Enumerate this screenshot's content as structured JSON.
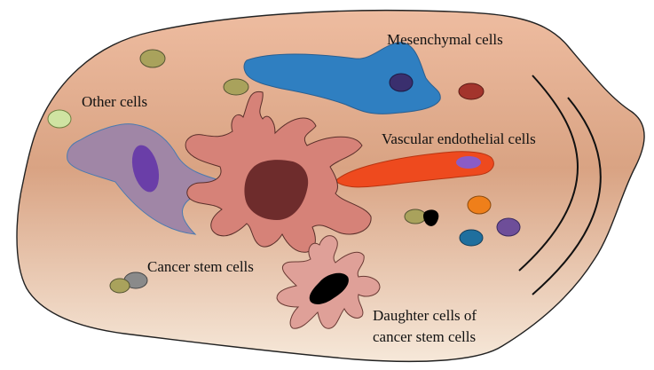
{
  "labels": {
    "mesenchymal": "Mesenchymal cells",
    "other": "Other cells",
    "vascular": "Vascular endothelial cells",
    "cancer_stem": "Cancer stem cells",
    "daughter_line1": "Daughter cells of",
    "daughter_line2": "cancer stem cells"
  },
  "colors": {
    "tissue_top": "#eebca0",
    "tissue_mid": "#d9a383",
    "tissue_bottom": "#f6e8d9",
    "tissue_outline": "#222222",
    "mesenchymal_cell": "#2f7fc1",
    "mesenchymal_nucleus": "#3a2f6e",
    "other_cell": "#a086a6",
    "other_nucleus": "#6a3ea8",
    "cancer_stem_cell": "#d68278",
    "cancer_stem_nucleus": "#6e2c2c",
    "vascular_cell": "#ee4a1e",
    "vascular_nucleus": "#8a5cc6",
    "daughter_cell": "#dfa098",
    "daughter_nucleus": "#000000",
    "small_olive": "#a9a25c",
    "small_red": "#a3342c",
    "small_lightgreen": "#cfe3a2",
    "small_orange": "#ef7f1a",
    "small_blue": "#1f6f9e",
    "small_purple": "#6e4e99",
    "small_gray": "#8a8a8a"
  }
}
